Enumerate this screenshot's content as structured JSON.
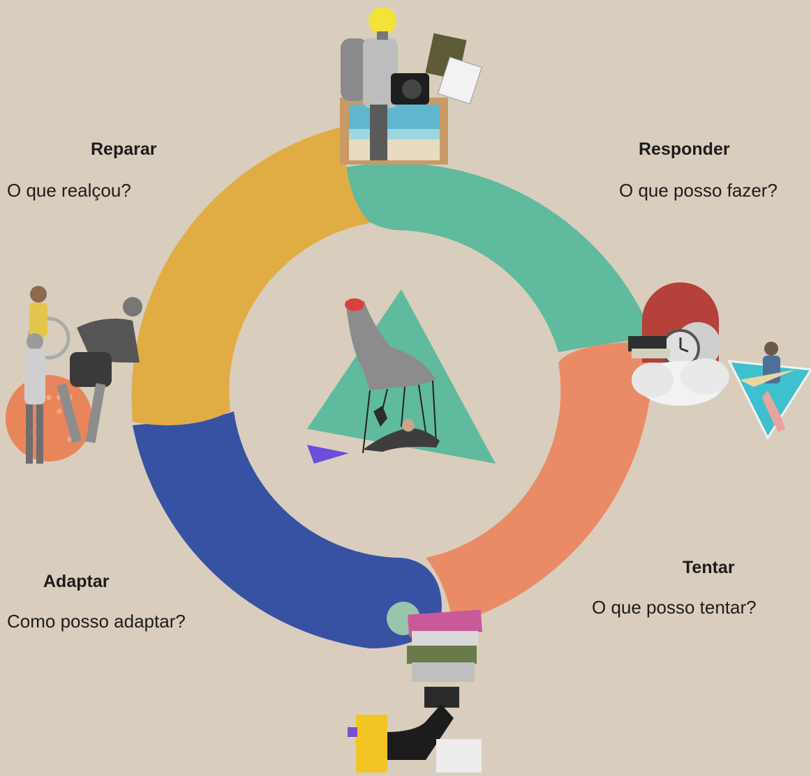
{
  "diagram": {
    "stages": [
      {
        "id": "reparar",
        "title": "Reparar",
        "question": "O que realçou?",
        "color": "#e0ad45"
      },
      {
        "id": "responder",
        "title": "Responder",
        "question": "O que posso fazer?",
        "color": "#5fba9e"
      },
      {
        "id": "tentar",
        "title": "Tentar",
        "question": "O que posso tentar?",
        "color": "#ea8b68"
      },
      {
        "id": "adaptar",
        "title": "Adaptar",
        "question": "Como posso adaptar?",
        "color": "#3752a3"
      }
    ],
    "background_color": "#d9cebd",
    "illustrations": [
      "traveler-camera-illustration",
      "family-playing-illustration",
      "clock-cloud-illustration",
      "paper-plane-illustration",
      "books-stack-illustration",
      "puppet-hand-illustration"
    ]
  }
}
